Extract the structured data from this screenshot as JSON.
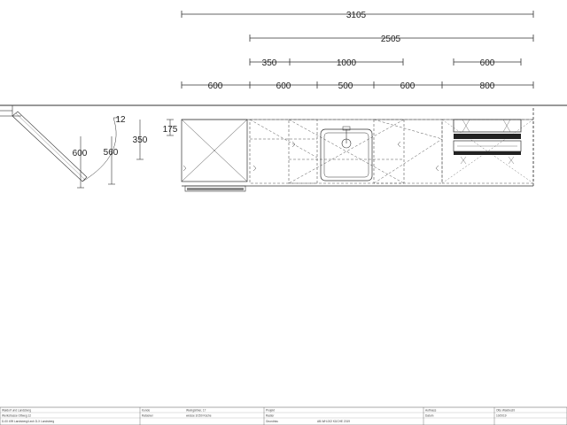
{
  "dimensions": {
    "overall": "3105",
    "run": "2505",
    "segment_350": "350",
    "segment_1000": "1000",
    "segment_600_top": "600",
    "units": [
      "600",
      "600",
      "500",
      "600",
      "800"
    ],
    "door_width": "600",
    "door_depth": "560",
    "door_gap": "12",
    "height_350": "350",
    "height_175": "175"
  },
  "title_block": {
    "company_line1": "Waldorf und Landsberg",
    "company_line2": "Werkstrasse Ottweg 12",
    "company_line3": "D-00 499 Landsberg/Lech D-X Landsberg",
    "col2_line1": "Kunde",
    "col2_line2": "Ratseker",
    "col2_value1": "Weingärtner, 17",
    "col2_value2": "weisse 3/150 Küche",
    "col3_line1": "Projekt",
    "col3_line2": "Raster",
    "col3_line3": "Grundriss",
    "col3_value": "AB-WH-002 KÜCHE 2019",
    "col4_line1": "Aufmass",
    "col4_line2": "Datum",
    "col4_value1": "Otto Waldrecht",
    "col4_value2": "10/2019"
  },
  "colors": {
    "line": "#333333",
    "dashed": "#555555",
    "hatch": "#444444"
  },
  "icons": [
    "sink-icon",
    "cooktop-icon",
    "oven-icon",
    "door-swing-icon"
  ]
}
